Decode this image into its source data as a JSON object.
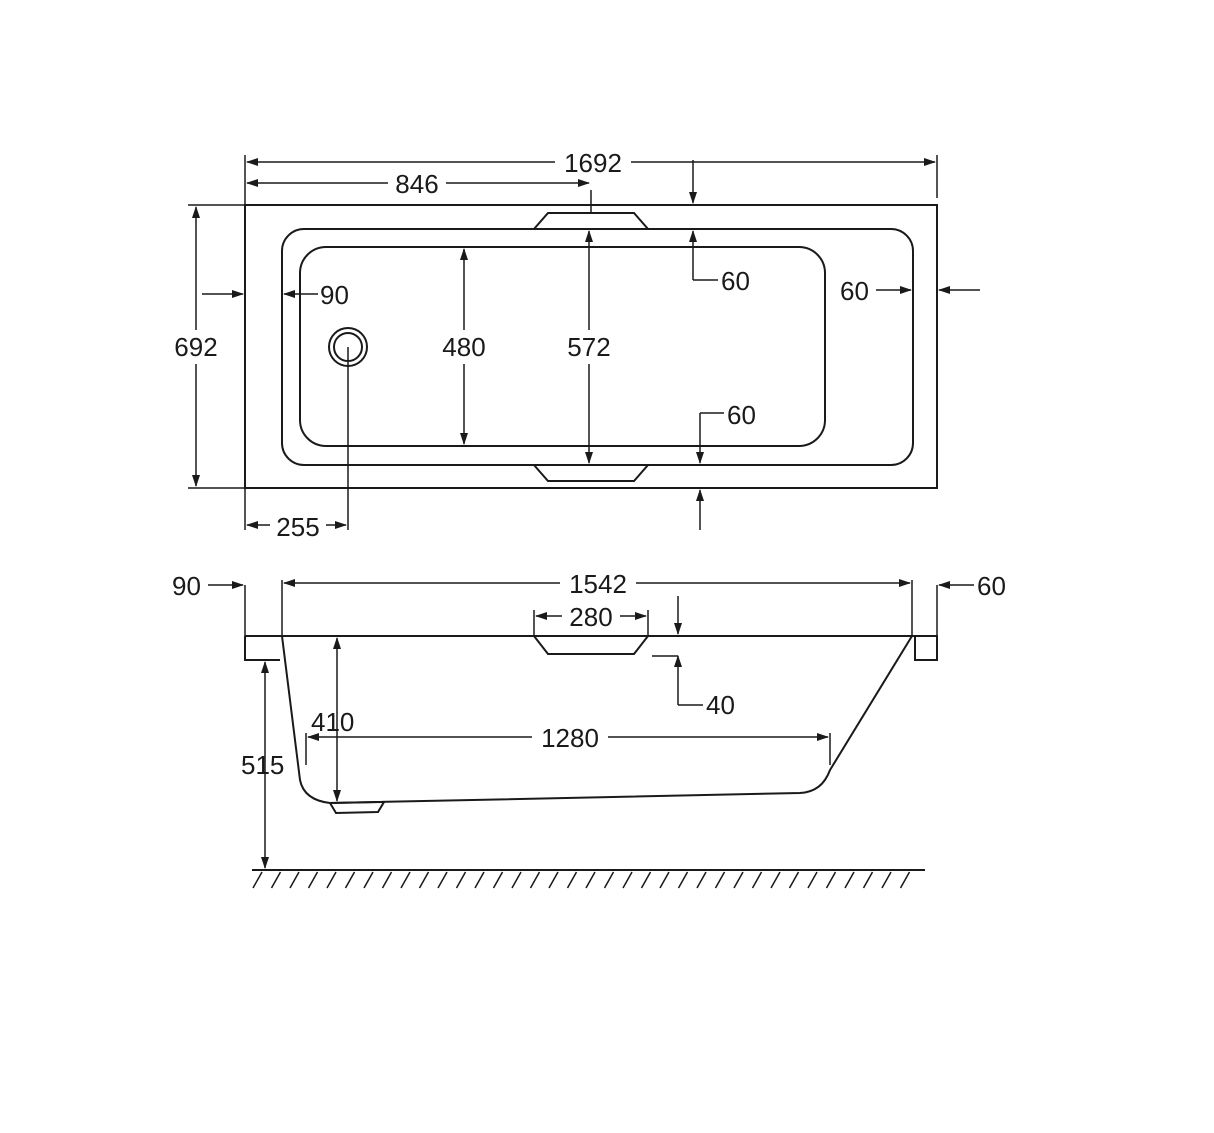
{
  "drawing": {
    "top_view": {
      "overall_length": "1692",
      "half_length": "846",
      "overall_width": "692",
      "end_rim_left": "90",
      "end_rim_right": "60",
      "side_rim_top": "60",
      "side_rim_bottom": "60",
      "inner_width": "480",
      "outer_inner_width": "572",
      "waste_offset": "255"
    },
    "side_view": {
      "rim_left": "90",
      "rim_right": "60",
      "top_length": "1542",
      "handle_width": "280",
      "handle_depth": "40",
      "bottom_length": "1280",
      "inner_depth": "410",
      "floor_height": "515"
    }
  }
}
